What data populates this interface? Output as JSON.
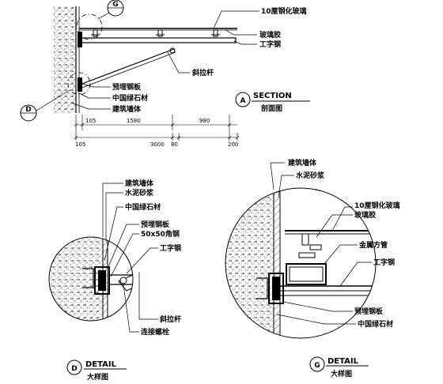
{
  "section": {
    "labels": {
      "glass": "10厘钢化玻璃",
      "glue": "玻璃胶",
      "ibeam": "工字钢",
      "tie_rod": "斜拉杆",
      "embed_plate": "预埋钢板",
      "granite": "中国绿石材",
      "wall": "建筑墙体"
    },
    "callout_g": "G",
    "callout_d": "D",
    "title_letter": "A",
    "title_en": "SECTION",
    "title_cn": "剖面图",
    "dims_top": [
      "105",
      "1580",
      "980"
    ],
    "dims_bottom": [
      "105",
      "3000",
      "80",
      "200"
    ]
  },
  "detail_d": {
    "labels": {
      "wall": "建筑墙体",
      "mortar": "水泥砂浆",
      "granite": "中国绿石材",
      "embed_plate": "预埋钢板",
      "angle_steel": "50x50角钢",
      "ibeam": "工字钢",
      "tie_rod": "斜拉杆",
      "bolt": "连接螺栓"
    },
    "title_letter": "D",
    "title_en": "DETAIL",
    "title_cn": "大样图"
  },
  "detail_g": {
    "labels": {
      "wall": "建筑墙体",
      "mortar": "水泥砂浆",
      "glass": "10厘钢化玻璃",
      "glue": "玻璃胶",
      "square_tube": "金属方管",
      "ibeam": "工字钢",
      "embed_plate": "预埋钢板",
      "granite": "中国绿石材"
    },
    "title_letter": "G",
    "title_en": "DETAIL",
    "title_cn": "大样图"
  }
}
